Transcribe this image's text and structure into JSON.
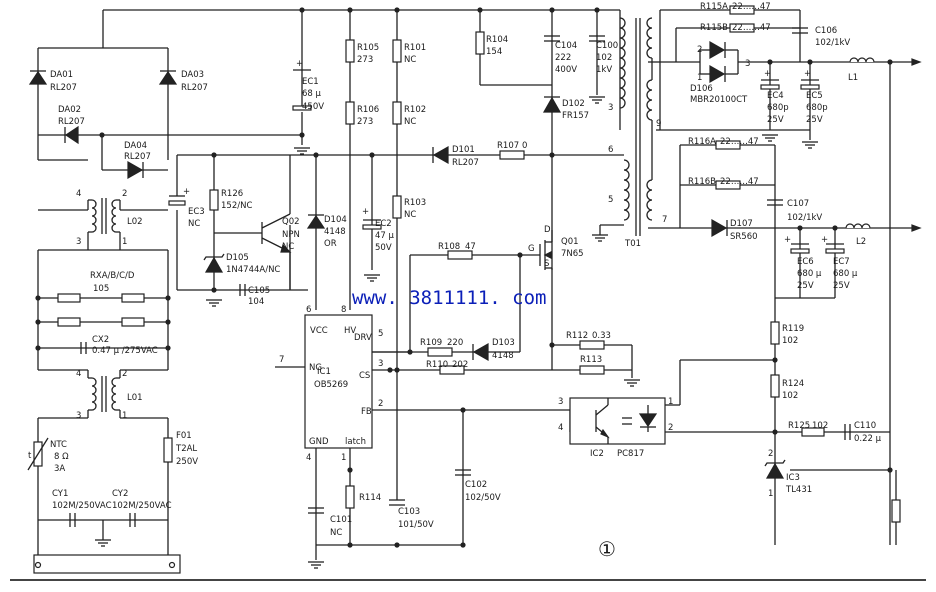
{
  "components": {
    "DA01": {
      "ref": "DA01",
      "value": "RL207"
    },
    "DA02": {
      "ref": "DA02",
      "value": "RL207"
    },
    "DA03": {
      "ref": "DA03",
      "value": "RL207"
    },
    "DA04": {
      "ref": "DA04",
      "value": "RL207"
    },
    "EC1": {
      "ref": "EC1",
      "value": "68 μ",
      "rating": "450V"
    },
    "R105": {
      "ref": "R105",
      "value": "273"
    },
    "R106": {
      "ref": "R106",
      "value": "273"
    },
    "R101": {
      "ref": "R101",
      "value": "NC"
    },
    "R102": {
      "ref": "R102",
      "value": "NC"
    },
    "R103": {
      "ref": "R103",
      "value": "NC"
    },
    "R104": {
      "ref": "R104",
      "value": "154"
    },
    "C104": {
      "ref": "C104",
      "value": "222",
      "rating": "400V"
    },
    "C100": {
      "ref": "C100",
      "value": "102",
      "rating": "1kV"
    },
    "D102": {
      "ref": "D102",
      "value": "FR157"
    },
    "D101": {
      "ref": "D101",
      "value": "RL207"
    },
    "R107": {
      "ref": "R107",
      "value": "0"
    },
    "EC3": {
      "ref": "EC3",
      "value": "NC"
    },
    "R126": {
      "ref": "R126",
      "value": "152/NC"
    },
    "Q02": {
      "ref": "Q02",
      "value": "NPN",
      "note": "NC"
    },
    "D104": {
      "ref": "D104",
      "value": "4148",
      "note": "OR"
    },
    "D105": {
      "ref": "D105",
      "value": "1N4744A/NC"
    },
    "C105": {
      "ref": "C105",
      "value": "104"
    },
    "EC2": {
      "ref": "EC2",
      "value": "47 μ",
      "rating": "50V"
    },
    "R108": {
      "ref": "R108",
      "value": "47"
    },
    "Q01": {
      "ref": "Q01",
      "value": "7N65"
    },
    "R109": {
      "ref": "R109",
      "value": "220"
    },
    "D103": {
      "ref": "D103",
      "value": "4148"
    },
    "R110": {
      "ref": "R110",
      "value": "202"
    },
    "R112": {
      "ref": "R112",
      "value": "0.33"
    },
    "R113": {
      "ref": "R113",
      "value": ""
    },
    "IC1": {
      "ref": "IC1",
      "value": "OB5269"
    },
    "R114": {
      "ref": "R114",
      "value": ""
    },
    "C101": {
      "ref": "C101",
      "value": "NC"
    },
    "C103": {
      "ref": "C103",
      "value": "101/50V"
    },
    "C102": {
      "ref": "C102",
      "value": "102/50V"
    },
    "IC2": {
      "ref": "IC2",
      "value": "PC817"
    },
    "L02": {
      "ref": "L02"
    },
    "L01": {
      "ref": "L01"
    },
    "RXA": {
      "ref": "RXA/B/C/D",
      "value": "105"
    },
    "CX2": {
      "ref": "CX2",
      "value": "0.47 μ /275VAC"
    },
    "NTC": {
      "ref": "NTC",
      "value": "8 Ω",
      "rating": "3A"
    },
    "F01": {
      "ref": "F01",
      "value": "T2AL",
      "rating": "250V"
    },
    "CY1": {
      "ref": "CY1",
      "value": "102M/250VAC"
    },
    "CY2": {
      "ref": "CY2",
      "value": "102M/250VAC"
    },
    "T01": {
      "ref": "T01"
    },
    "R115A": {
      "ref": "R115A",
      "value": "22……47"
    },
    "R115B": {
      "ref": "R115B",
      "value": "22……47"
    },
    "C106": {
      "ref": "C106",
      "value": "102/1kV"
    },
    "D106": {
      "ref": "D106",
      "value": "MBR20100CT"
    },
    "EC4": {
      "ref": "EC4",
      "value": "680p",
      "rating": "25V"
    },
    "EC5": {
      "ref": "EC5",
      "value": "680p",
      "rating": "25V"
    },
    "L1": {
      "ref": "L1"
    },
    "R116A": {
      "ref": "R116A",
      "value": "22……47"
    },
    "R116B": {
      "ref": "R116B",
      "value": "22……47"
    },
    "C107": {
      "ref": "C107",
      "value": "102/1kV"
    },
    "D107": {
      "ref": "D107",
      "value": "SR560"
    },
    "EC6": {
      "ref": "EC6",
      "value": "680 μ",
      "rating": "25V"
    },
    "EC7": {
      "ref": "EC7",
      "value": "680 μ",
      "rating": "25V"
    },
    "L2": {
      "ref": "L2"
    },
    "R119": {
      "ref": "R119",
      "value": "102"
    },
    "R124": {
      "ref": "R124",
      "value": "102"
    },
    "R125": {
      "ref": "R125",
      "value": "102"
    },
    "C110": {
      "ref": "C110",
      "value": "0.22 μ"
    },
    "IC3": {
      "ref": "IC3",
      "value": "TL431"
    }
  },
  "ic1_pins": {
    "vcc": "VCC",
    "hv": "HV",
    "drv": "DRV",
    "ng": "NG",
    "cs": "CS",
    "fb": "FB",
    "gnd": "GND",
    "latch": "latch"
  },
  "pin_numbers": {
    "ic1_vcc": "6",
    "ic1_hv": "8",
    "ic1_drv": "5",
    "ic1_ng": "7",
    "ic1_cs": "3",
    "ic1_fb": "2",
    "ic1_gnd": "4",
    "ic1_latch": "1",
    "t01_9": "9",
    "t01_6": "6",
    "t01_5": "5",
    "t01_7": "7",
    "t01_3": "3",
    "q01_g": "G",
    "q01_d": "D",
    "q01_s": "S",
    "ic2_3": "3",
    "ic2_4": "4",
    "ic2_1": "1",
    "ic2_2": "2",
    "d106_2": "2",
    "d106_1": "1",
    "d106_3": "3",
    "ic3_2": "2",
    "ic3_1": "1",
    "l02_4": "4",
    "l02_2": "2",
    "l02_3": "3",
    "l02_1": "1",
    "l01_4": "4",
    "l01_2": "2",
    "l01_3": "3",
    "l01_1": "1"
  },
  "polarity": {
    "plus": "+",
    "t": "t"
  },
  "watermark": "www. 3811111. com",
  "page_number": "①",
  "colors": {
    "ink": "#222222",
    "watermark": "#0b1fb8",
    "background": "#ffffff"
  }
}
